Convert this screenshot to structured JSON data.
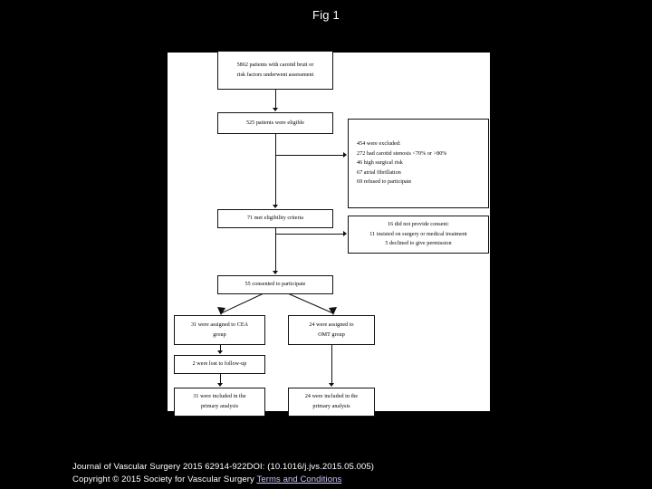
{
  "figure": {
    "title": "Fig 1",
    "type": "consort-flow-diagram"
  },
  "flow": {
    "assessed": {
      "line1": "5862 patients with carotid bruit or",
      "line2": "risk factors underwent assessment"
    },
    "eligible": {
      "line1": "525 patients were eligible"
    },
    "excluded": {
      "line1": "454 were excluded:",
      "line2": "272 had carotid stenosis <70% or >80%",
      "line3": "46 high surgical risk",
      "line4": "67 atrial fibrillation",
      "line5": "69 refused to participate"
    },
    "met_criteria": {
      "line1": "71 met eligibility criteria"
    },
    "no_consent": {
      "line1": "16 did not provide consent:",
      "line2": "11 insisted on surgery or medical treatment",
      "line3": "5 declined to give permission"
    },
    "consented": {
      "line1": "55 consented to participate"
    },
    "cea_assigned": {
      "line1": "31 were assigned to CEA",
      "line2": "group"
    },
    "cea_lost": {
      "line1": "2 were lost to follow-up"
    },
    "cea_analysis": {
      "line1": "31 were included in the",
      "line2": "primary analysis"
    },
    "omt_assigned": {
      "line1": "24 were assigned to",
      "line2": "OMT group"
    },
    "omt_analysis": {
      "line1": "24 were included in the",
      "line2": "primary analysis"
    }
  },
  "footer": {
    "citation": "Journal of Vascular Surgery 2015 62914-922DOI: (10.1016/j.jvs.2015.05.005)",
    "copyright": "Copyright © 2015 Society for Vascular Surgery ",
    "terms_link": "Terms and Conditions"
  },
  "colors": {
    "background": "#000000",
    "panel": "#ffffff",
    "stroke": "#111111",
    "caption_text": "#ffffff",
    "link": "#c8c8ff"
  }
}
